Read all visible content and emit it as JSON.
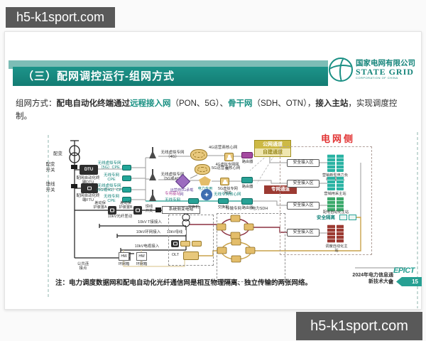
{
  "watermark": {
    "top": "h5-k1sport.com",
    "bottom": "h5-k1sport.com"
  },
  "logo": {
    "cn": "国家电网有限公司",
    "en": "STATE GRID",
    "sub": "CORPORATION OF CHINA"
  },
  "header": {
    "title": "（三）配网调控运行-组网方式"
  },
  "intro": {
    "p1": "组网方式：",
    "b1": "配电自动化终端通过",
    "k1": "远程接入网",
    "m1": "（PON、5G）、",
    "k2": "骨干网",
    "m2": "（SDH、OTN），",
    "b2": "接入主站",
    "p2": "，实现调度控制。"
  },
  "colors": {
    "accent_teal": "#1b8d83",
    "grid_red": "#e23333",
    "gold": "#c9a24a",
    "maroon": "#8c3040"
  },
  "diagram": {
    "left": {
      "transformer_label": "配变",
      "transformer_switch": "配变开关",
      "feeder_switch": "馈线开关",
      "dtu_text": "DTU",
      "dtu_label": "配网自动化终端DTU",
      "ftu_label": "配网自动化终端FTU",
      "cpe": [
        "无线虚拟专网（5G）CPE",
        "无线专网CPE",
        "无线虚拟专网（5G或4G）CPE",
        "无线专网CPE"
      ],
      "antenna_4g": "无线虚拟专网（4G）",
      "antenna_5g4g": "无线虚拟专网（5G或4G）",
      "base_station": "专用基站",
      "wireless_net": "无线专网",
      "diff_a": "差动保护装置A",
      "diff_b": "差动保护装置B",
      "feeder_switch2": "馈线开关",
      "fiber_diff": "10kV光纤差动",
      "access": [
        "10kV T接接入",
        "10kV环网接入",
        "10kV电缆接入"
      ],
      "pcc": "公共连接点",
      "hw": "HW",
      "ring_unit": "环网箱",
      "substation": "系统侧变电站",
      "busbar": "10kV母线",
      "olt": "OLT"
    },
    "core": {
      "cloud4g": "4G运营商核心网",
      "gw4g": "4G虚拟专网网关",
      "cloud5g": "5G运营商核心网",
      "bearer": "运营商5G承载网",
      "upf": "电力专用UPF",
      "gw5g": "5G虚拟专网网关",
      "wireless_core": "无线专网核心网",
      "switch_label": "交换机",
      "router_label": "路由器",
      "badge_public": "公网通道",
      "badge_self": "自建通道",
      "badge_private": "专网通道",
      "transport": "传输专网",
      "sdh": "电力SDH"
    },
    "grid": {
      "title": "电网侧",
      "zone": "安全接入区",
      "stations": [
        "营销新型电力负荷管理主站",
        "营销用采主站",
        "配电自动化主站",
        "调度自动化主站"
      ],
      "isolation": "安全隔离"
    },
    "note": "注：电力调度数据网和配电自动化光纤通信网是相互物理隔离、独立传输的两张网络。"
  },
  "footer": {
    "conf1": "2024年电力信息通信",
    "conf2": "新技术大会",
    "brand": "EPICT",
    "page": "15"
  }
}
